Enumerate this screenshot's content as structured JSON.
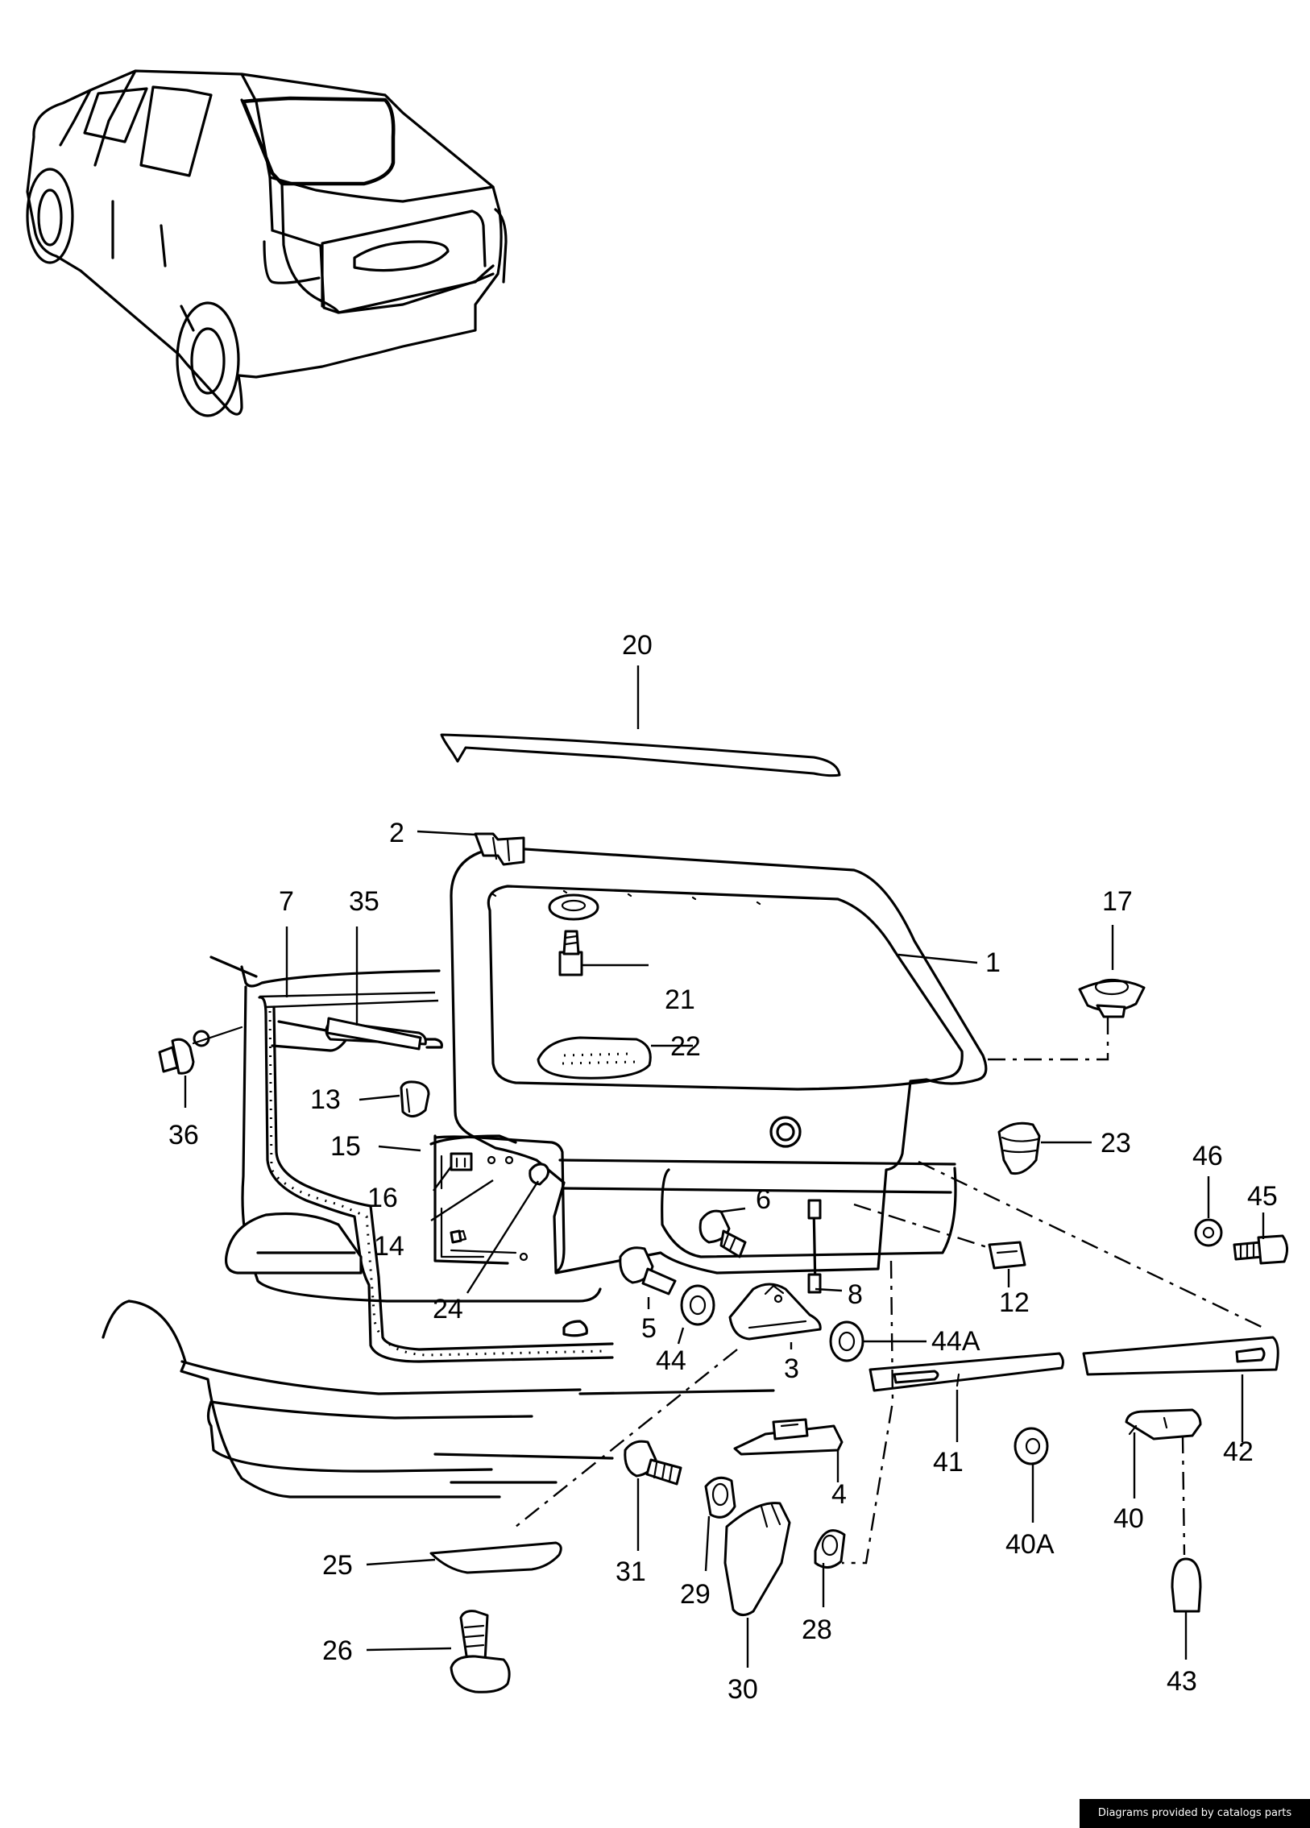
{
  "credit": "Diagrams provided by catalogs parts",
  "callouts": [
    "20",
    "2",
    "7",
    "35",
    "17",
    "1",
    "21",
    "22",
    "36",
    "13",
    "23",
    "46",
    "45",
    "15",
    "16",
    "6",
    "14",
    "12",
    "24",
    "8",
    "5",
    "44",
    "44A",
    "3",
    "41",
    "42",
    "40",
    "40A",
    "4",
    "25",
    "31",
    "29",
    "28",
    "26",
    "30",
    "43"
  ]
}
